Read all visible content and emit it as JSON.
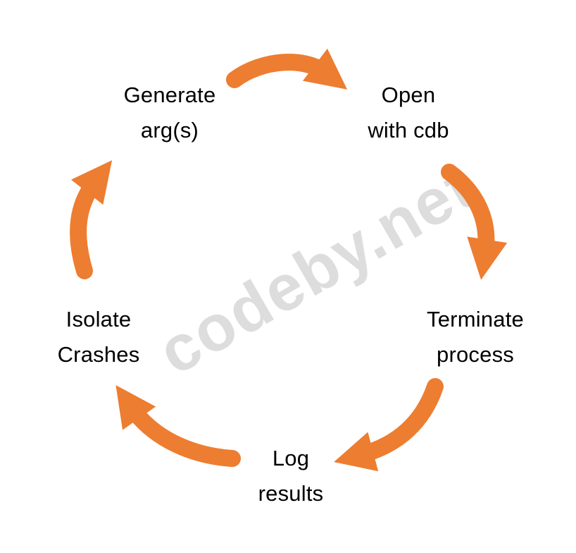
{
  "diagram": {
    "type": "cycle",
    "watermark": "codeby.net",
    "colors": {
      "arrow": "#ED7D31",
      "text": "#000000",
      "watermark_gray": "#B4B4B4",
      "background": "#FFFFFF"
    },
    "nodes": [
      {
        "id": "generate-args",
        "label": "Generate\narg(s)"
      },
      {
        "id": "open-with-cdb",
        "label": "Open\nwith cdb"
      },
      {
        "id": "terminate-process",
        "label": "Terminate\nprocess"
      },
      {
        "id": "log-results",
        "label": "Log\nresults"
      },
      {
        "id": "isolate-crashes",
        "label": "Isolate\nCrashes"
      }
    ],
    "edges": [
      {
        "from": "generate-args",
        "to": "open-with-cdb"
      },
      {
        "from": "open-with-cdb",
        "to": "terminate-process"
      },
      {
        "from": "terminate-process",
        "to": "log-results"
      },
      {
        "from": "log-results",
        "to": "isolate-crashes"
      },
      {
        "from": "isolate-crashes",
        "to": "generate-args"
      }
    ]
  }
}
